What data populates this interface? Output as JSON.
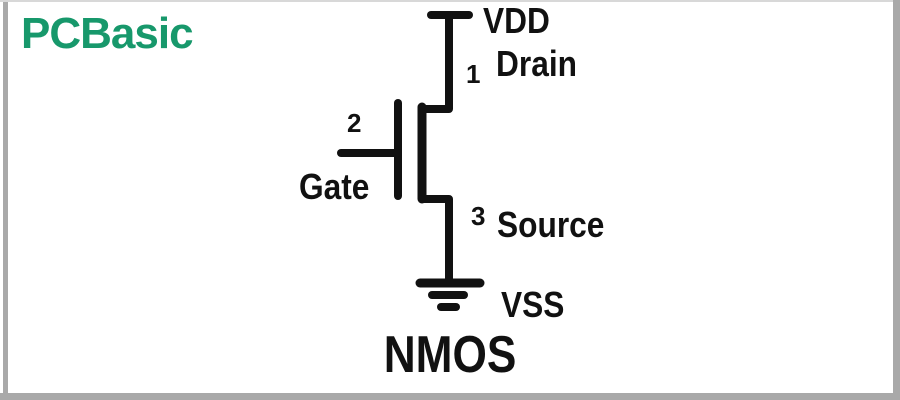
{
  "logo": {
    "text": "PCBasic",
    "color": "#17986B"
  },
  "schematic": {
    "title": "NMOS",
    "power_labels": {
      "vdd": "VDD",
      "vss": "VSS"
    },
    "terminals": [
      {
        "pin": "1",
        "name": "Drain"
      },
      {
        "pin": "2",
        "name": "Gate"
      },
      {
        "pin": "3",
        "name": "Source"
      }
    ],
    "colors": {
      "wire": "#111111",
      "text": "#111111"
    }
  },
  "frame": {
    "side_color": "#A9A9A9",
    "top_line_color": "#D8D8D8",
    "background": "#FFFFFF"
  }
}
